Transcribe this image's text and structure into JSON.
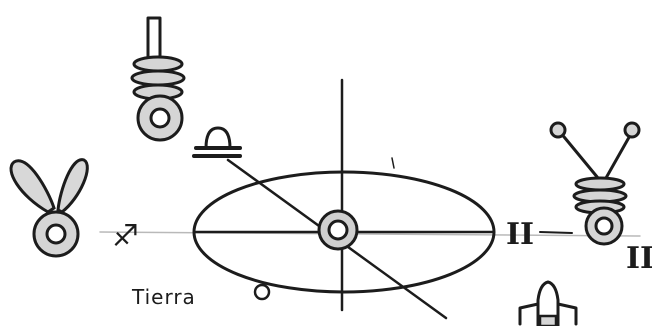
{
  "diagram": {
    "labels": {
      "earth": "Tierra",
      "sign_left": "♐",
      "sign_right_orbit": "II",
      "sign_right_edge": "II"
    },
    "colors": {
      "ink": "#1c1c1c",
      "faint_line": "#b9b9b9",
      "shading": "#cfcfcf",
      "background": "#ffffff"
    }
  }
}
